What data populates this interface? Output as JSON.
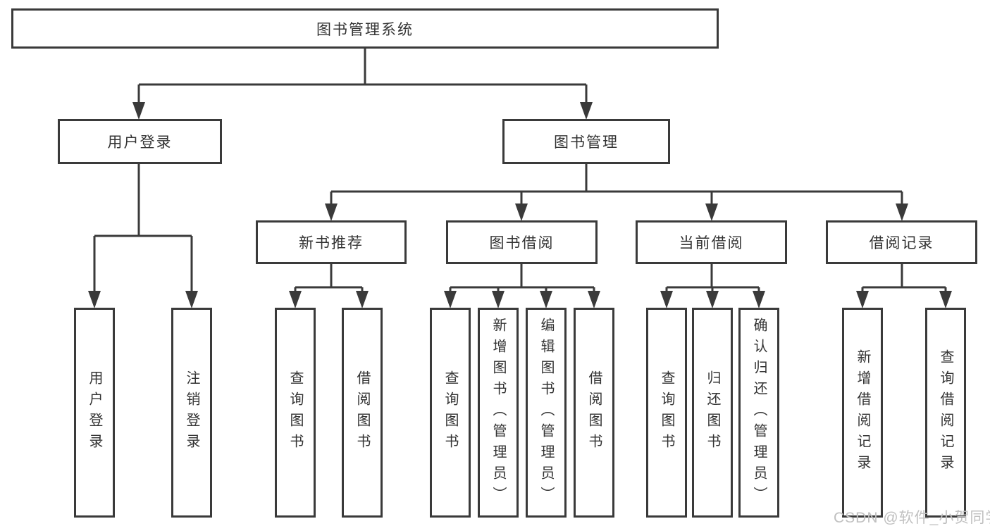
{
  "colors": {
    "line": "#3a3a3a",
    "text": "#333333",
    "watermark": "#c0c0c0",
    "background": "#ffffff"
  },
  "diagram": {
    "root": {
      "label": "图书管理系统",
      "children": [
        {
          "label": "用户登录",
          "children": [
            {
              "label": "用户登录"
            },
            {
              "label": "注销登录"
            }
          ]
        },
        {
          "label": "图书管理",
          "children": [
            {
              "label": "新书推荐",
              "children": [
                {
                  "label": "查询图书"
                },
                {
                  "label": "借阅图书"
                }
              ]
            },
            {
              "label": "图书借阅",
              "children": [
                {
                  "label": "查询图书"
                },
                {
                  "label": "新增图书（管理员）"
                },
                {
                  "label": "编辑图书（管理员）"
                },
                {
                  "label": "借阅图书"
                }
              ]
            },
            {
              "label": "当前借阅",
              "children": [
                {
                  "label": "查询图书"
                },
                {
                  "label": "归还图书"
                },
                {
                  "label": "确认归还（管理员）"
                }
              ]
            },
            {
              "label": "借阅记录",
              "children": [
                {
                  "label": "新增借阅记录"
                },
                {
                  "label": "查询借阅记录"
                }
              ]
            }
          ]
        }
      ]
    }
  },
  "watermark": {
    "text": "CSDN @软件_小贺同学"
  }
}
